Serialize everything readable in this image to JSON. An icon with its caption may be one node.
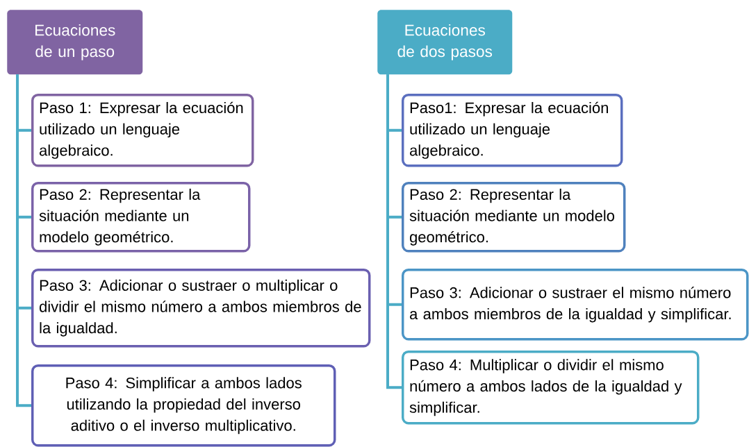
{
  "diagram": {
    "nodes": [
      {
        "text": [
          "Ecuaciones de un paso"
        ]
      },
      {
        "text": [
          "Paso 1: Expresar la ecuación utilizado un lenguaje algebraico."
        ]
      },
      {
        "text": [
          "Paso 2: Representar la situación mediante un modelo geométrico."
        ]
      },
      {
        "text": [
          "Paso  3: Adicionar o sustraer o multiplicar o dividir el mismo número a ambos miembros de la igualdad."
        ]
      },
      {
        "text": [
          "Paso 4:  Simplificar a ambos lados utilizando la propiedad del inverso aditivo o el inverso multiplicativo."
        ]
      },
      {
        "text": [
          "Ecuaciones de dos pasos"
        ]
      },
      {
        "text": [
          "Paso1: Expresar la ecuación utilizado un lenguaje algebraico."
        ]
      },
      {
        "text": [
          "Paso 2: Representar la situación mediante un modelo geométrico."
        ]
      },
      {
        "text": [
          "Paso 3: Adicionar o sustraer  el mismo número a ambos miembros de la igualdad y simplificar."
        ]
      },
      {
        "text": [
          "Paso 4: Multiplicar o dividir el mismo número a ambos lados de la igualdad y simplificar."
        ]
      }
    ],
    "edges": [
      {
        "from": 0,
        "to": 1,
        "arrow": "none"
      },
      {
        "from": 0,
        "to": 2,
        "arrow": "none"
      },
      {
        "from": 0,
        "to": 3,
        "arrow": "none"
      },
      {
        "from": 0,
        "to": 4,
        "arrow": "none"
      },
      {
        "from": 5,
        "to": 6,
        "arrow": "none"
      },
      {
        "from": 5,
        "to": 7,
        "arrow": "none"
      },
      {
        "from": 5,
        "to": 8,
        "arrow": "none"
      },
      {
        "from": 5,
        "to": 9,
        "arrow": "none"
      }
    ]
  }
}
